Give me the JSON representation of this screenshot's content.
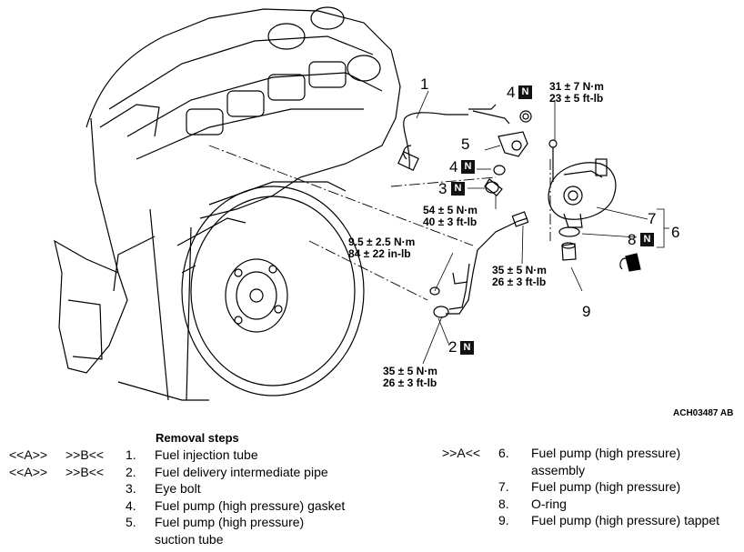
{
  "figure": {
    "code": "ACH03487 AB",
    "new_part_mark": "N",
    "torques": {
      "t31": [
        "31 ± 7 N·m",
        "23 ± 5 ft-lb"
      ],
      "t54": [
        "54 ± 5 N·m",
        "40 ± 3 ft-lb"
      ],
      "t95": [
        "9.5 ± 2.5 N·m",
        "84 ± 22 in-lb"
      ],
      "t35a": [
        "35 ± 5 N·m",
        "26 ± 3 ft-lb"
      ],
      "t35b": [
        "35 ± 5 N·m",
        "26 ± 3 ft-lb"
      ]
    },
    "callouts": [
      "1",
      "2",
      "3",
      "4",
      "4",
      "5",
      "6",
      "7",
      "8",
      "9"
    ]
  },
  "removal": {
    "title": "Removal steps",
    "left": [
      {
        "a": "<<A>>",
        "b": ">>B<<",
        "n": "1.",
        "text": [
          "Fuel injection tube"
        ]
      },
      {
        "a": "<<A>>",
        "b": ">>B<<",
        "n": "2.",
        "text": [
          "Fuel delivery intermediate pipe"
        ]
      },
      {
        "a": "",
        "b": "",
        "n": "3.",
        "text": [
          "Eye bolt"
        ]
      },
      {
        "a": "",
        "b": "",
        "n": "4.",
        "text": [
          "Fuel pump (high pressure) gasket"
        ]
      },
      {
        "a": "",
        "b": "",
        "n": "5.",
        "text": [
          "Fuel pump (high pressure)",
          "suction tube"
        ]
      }
    ],
    "right": [
      {
        "a": ">>A<<",
        "n": "6.",
        "text": [
          "Fuel pump (high pressure)",
          "assembly"
        ]
      },
      {
        "a": "",
        "n": "7.",
        "text": [
          "Fuel pump (high pressure)"
        ]
      },
      {
        "a": "",
        "n": "8.",
        "text": [
          "O-ring"
        ]
      },
      {
        "a": "",
        "n": "9.",
        "text": [
          "Fuel pump (high pressure) tappet"
        ]
      }
    ]
  }
}
